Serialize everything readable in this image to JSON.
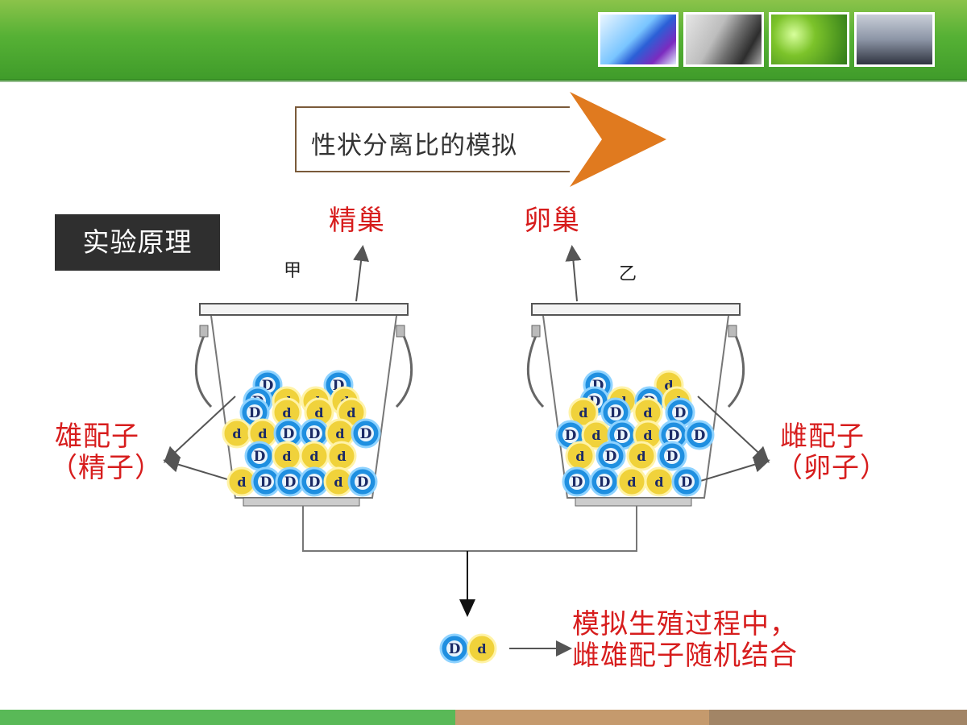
{
  "title": "性状分离比的模拟",
  "principle_label": "实验原理",
  "labels": {
    "testis": "精巢",
    "ovary": "卵巢",
    "bucket_a": "甲",
    "bucket_b": "乙",
    "male_line1": "雄配子",
    "male_line2": "（精子）",
    "female_line1": "雌配子",
    "female_line2": "（卵子）",
    "result_line1": "模拟生殖过程中，",
    "result_line2": "雌雄配子随机结合"
  },
  "balls": {
    "dominant": "D",
    "recessive": "d",
    "dominant_color": "#1f8fe0",
    "recessive_color": "#f0d23b"
  },
  "colors": {
    "red": "#d71d1d",
    "orange_arrow": "#e07a1f",
    "green_header": "#56b135"
  }
}
